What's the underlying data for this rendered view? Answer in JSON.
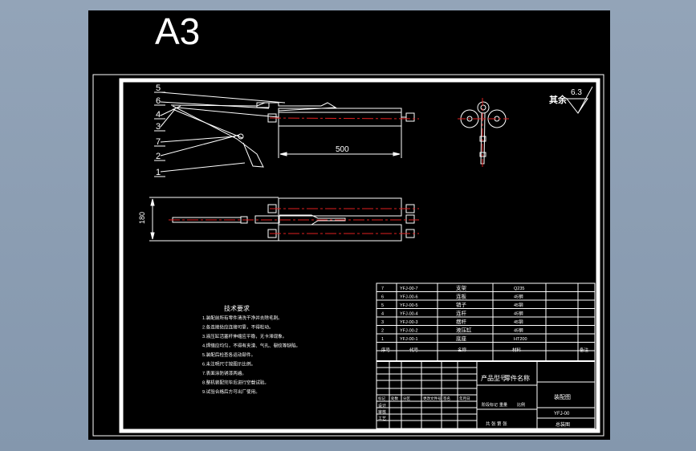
{
  "sheet": {
    "size_label": "A3",
    "roughness_prefix": "其余",
    "roughness_value": "6.3"
  },
  "drawing": {
    "balloons": [
      "5",
      "6",
      "4",
      "3",
      "7",
      "2",
      "1"
    ],
    "dim_length": "500",
    "dim_width": "180"
  },
  "notes": {
    "title": "技术要求",
    "lines": [
      "1.装配前所有零件清洗干净并去除毛刺。",
      "2.各连接处应连接可靠，不得松动。",
      "3.液压缸活塞杆伸缩应平稳，无卡滞现象。",
      "4.焊缝应均匀，不得有夹渣、气孔、裂纹等缺陷。",
      "5.装配后检查各运动部件。",
      "6.未注明尺寸按图示比例。",
      "7.表面涂防锈漆两遍。",
      "8.整机装配完毕后进行空载试验。",
      "9.试验合格后方可出厂使用。"
    ]
  },
  "bom": {
    "rows": [
      {
        "code": "YFJ-00-7",
        "name": "支架",
        "material": "Q235"
      },
      {
        "code": "YFJ-00-6",
        "name": "连板",
        "material": "45钢"
      },
      {
        "code": "YFJ-00-5",
        "name": "销子",
        "material": "45钢"
      },
      {
        "code": "YFJ-00-4",
        "name": "连杆",
        "material": "45钢"
      },
      {
        "code": "YFJ-00-3",
        "name": "摆杆",
        "material": "45钢"
      },
      {
        "code": "YFJ-00-2",
        "name": "液压缸",
        "material": "45钢"
      },
      {
        "code": "YFJ-00-1",
        "name": "底座",
        "material": "HT200"
      }
    ],
    "header": {
      "seq": "序号",
      "code": "代号",
      "name": "名称",
      "material": "材料",
      "remark": "备注"
    }
  },
  "titleblock": {
    "product_label": "产品型号",
    "part_label": "零件名称",
    "drawing_name": "装配图",
    "drawing_no": "YFJ-00",
    "company": "总装图",
    "sig_labels": [
      "标记",
      "处数",
      "分区",
      "更改文件号",
      "签名",
      "年月日"
    ],
    "role_labels": [
      "设计",
      "审核",
      "工艺"
    ],
    "scale_labels": [
      "阶段标记",
      "重量",
      "比例"
    ],
    "sheet_label": "共 张 第 张"
  }
}
